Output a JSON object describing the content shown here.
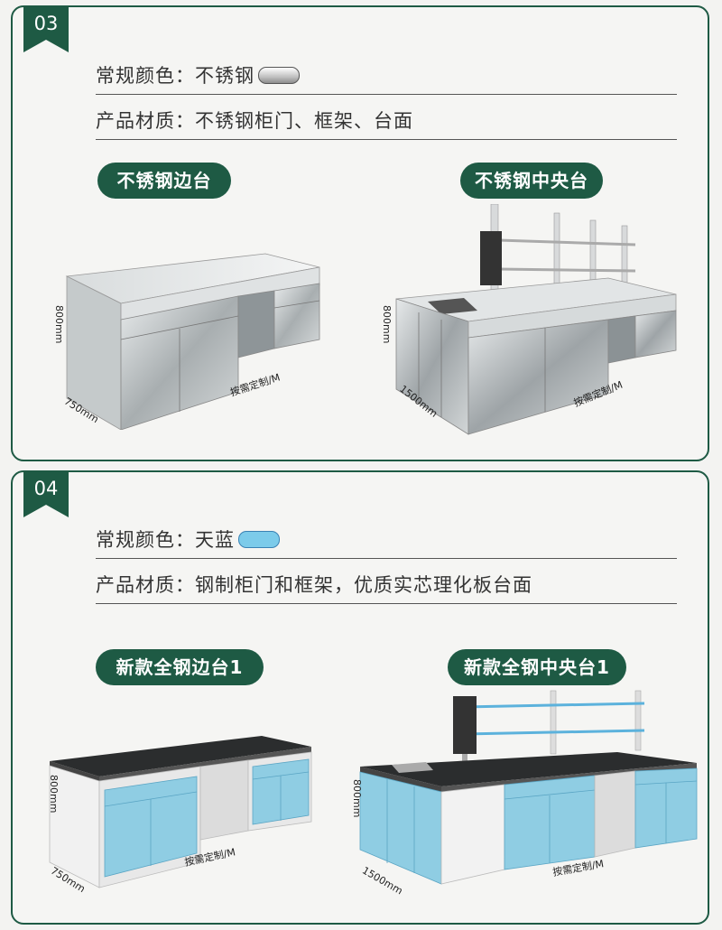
{
  "sections": [
    {
      "number": "03",
      "color_label": "常规颜色：",
      "color_value": "不锈钢",
      "swatch_color": "#b8b8b8",
      "material_label": "产品材质：",
      "material_value": "不锈钢柜门、框架、台面",
      "products": [
        {
          "name": "不锈钢边台",
          "dims": {
            "height": "800mm",
            "depth": "750mm",
            "length": "按需定制/M"
          }
        },
        {
          "name": "不锈钢中央台",
          "dims": {
            "height": "800mm",
            "depth": "1500mm",
            "length": "按需定制/M"
          }
        }
      ]
    },
    {
      "number": "04",
      "color_label": "常规颜色：",
      "color_value": "天蓝",
      "swatch_color": "#7ccbea",
      "material_label": "产品材质：",
      "material_value": "钢制柜门和框架，优质实芯理化板台面",
      "products": [
        {
          "name": "新款全钢边台1",
          "dims": {
            "height": "800mm",
            "depth": "750mm",
            "length": "按需定制/M"
          }
        },
        {
          "name": "新款全钢中央台1",
          "dims": {
            "height": "800mm",
            "depth": "1500mm",
            "length": "按需定制/M"
          }
        }
      ]
    }
  ]
}
